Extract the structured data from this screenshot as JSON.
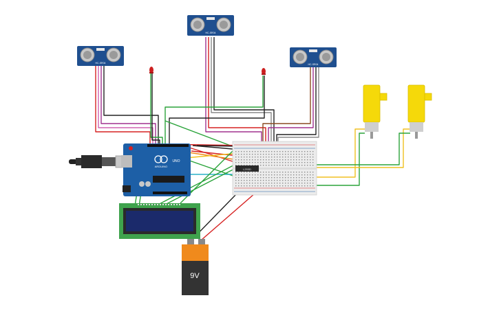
{
  "canvas": {
    "background": "#ffffff"
  },
  "components": {
    "ultrasonic_left": {
      "label": "HC-SR04"
    },
    "ultrasonic_center": {
      "label": "HC-SR04"
    },
    "ultrasonic_right": {
      "label": "HC-SR04"
    },
    "arduino": {
      "label": "ARDUINO",
      "model": "UNO"
    },
    "ic_chip": {
      "label": "L293D"
    },
    "battery": {
      "label": "9V"
    }
  },
  "colors": {
    "sensor_board": "#1f4f8f",
    "arduino_board": "#1d5fa6",
    "breadboard": "#ececec",
    "lcd_frame": "#3fa34d",
    "lcd_screen": "#1b2a6b",
    "motor_body": "#f5d90a",
    "battery_top": "#f08a1c",
    "battery_body": "#333333",
    "led": "#cc1f1f",
    "wire_red": "#d62020",
    "wire_black": "#222222",
    "wire_green": "#2aa33a",
    "wire_yellow": "#f0c020",
    "wire_purple": "#a0308e",
    "wire_pink": "#d060b0",
    "wire_brown": "#8a4a20",
    "wire_orange": "#ef8a1a",
    "wire_cyan": "#2ab0c8",
    "wire_gray": "#888888"
  }
}
